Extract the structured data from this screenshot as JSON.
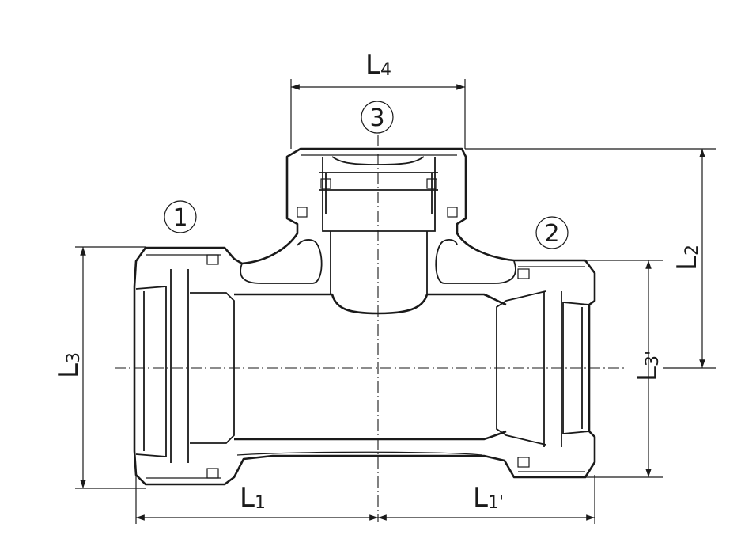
{
  "colors": {
    "line": "#1a1a1a",
    "background": "#ffffff"
  },
  "dimensions": {
    "L1": {
      "letter": "L",
      "subscript": "1"
    },
    "L1p": {
      "letter": "L",
      "subscript": "1'"
    },
    "L2": {
      "letter": "L",
      "subscript": "2"
    },
    "L3": {
      "letter": "L",
      "subscript": "3"
    },
    "L3p": {
      "letter": "L",
      "subscript": "3'"
    },
    "L4": {
      "letter": "L",
      "subscript": "4"
    }
  },
  "ports": [
    {
      "number": "1"
    },
    {
      "number": "2"
    },
    {
      "number": "3"
    }
  ]
}
